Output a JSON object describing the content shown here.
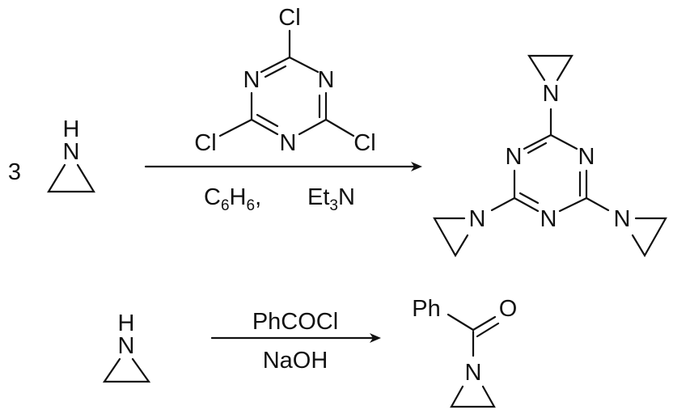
{
  "reaction1": {
    "coefficient": "3",
    "reactant_atoms": {
      "H": "H",
      "N": "N"
    },
    "reagent_atoms": {
      "Cl_top": "Cl",
      "N_left": "N",
      "N_right": "N",
      "Cl_left": "Cl",
      "N_bottom": "N",
      "Cl_right": "Cl"
    },
    "conditions": {
      "solvent_C": "C",
      "solvent_sub1": "6",
      "solvent_H": "H",
      "solvent_sub2": "6",
      "separator": ",",
      "base_Et": "Et",
      "base_sub": "3",
      "base_N": "N"
    },
    "product_atoms": {
      "N_aziridine_top": "N",
      "N_ring_left": "N",
      "N_ring_right": "N",
      "N_aziridine_left": "N",
      "N_ring_bottom": "N",
      "N_aziridine_right": "N"
    }
  },
  "reaction2": {
    "reactant_atoms": {
      "H": "H",
      "N": "N"
    },
    "reagent_top": "PhCOCl",
    "reagent_bottom": "NaOH",
    "product_atoms": {
      "Ph": "Ph",
      "O": "O",
      "N": "N"
    }
  }
}
